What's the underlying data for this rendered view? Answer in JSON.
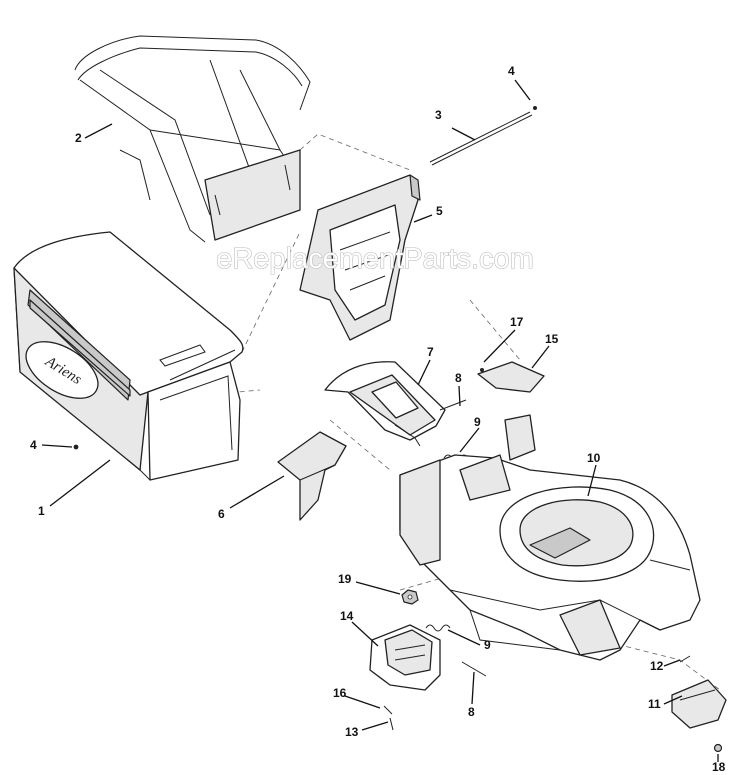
{
  "watermark": "eReplacementParts.com",
  "brand_logo_text": "Ariens",
  "callouts": {
    "c1": "1",
    "c2": "2",
    "c3": "3",
    "c4a": "4",
    "c4b": "4",
    "c5": "5",
    "c6": "6",
    "c7": "7",
    "c8a": "8",
    "c8b": "8",
    "c9a": "9",
    "c9b": "9",
    "c10": "10",
    "c11": "11",
    "c12": "12",
    "c13": "13",
    "c14": "14",
    "c15": "15",
    "c16": "16",
    "c17": "17",
    "c18": "18",
    "c19": "19"
  }
}
